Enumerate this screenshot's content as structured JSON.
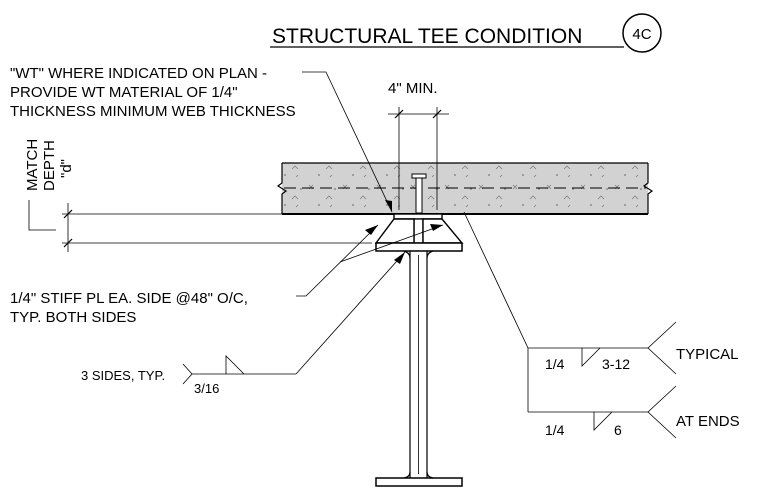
{
  "title": "STRUCTURAL TEE CONDITION",
  "detail_tag": "4C",
  "note_wt": [
    "\"WT\" WHERE INDICATED ON PLAN -",
    "PROVIDE WT MATERIAL OF 1/4\"",
    "THICKNESS MINIMUM WEB THICKNESS"
  ],
  "dim_min": "4\" MIN.",
  "match_depth": [
    "MATCH",
    "DEPTH",
    "\"d\""
  ],
  "note_stiff": [
    "1/4\" STIFF PL EA. SIDE @48\" O/C,",
    "TYP. BOTH SIDES"
  ],
  "weld_left": {
    "note": "3 SIDES, TYP.",
    "size": "3/16"
  },
  "weld_typical": {
    "size": "1/4",
    "length_pitch": "3-12",
    "label": "TYPICAL"
  },
  "weld_ends": {
    "size": "1/4",
    "length": "6",
    "label": "AT ENDS"
  }
}
